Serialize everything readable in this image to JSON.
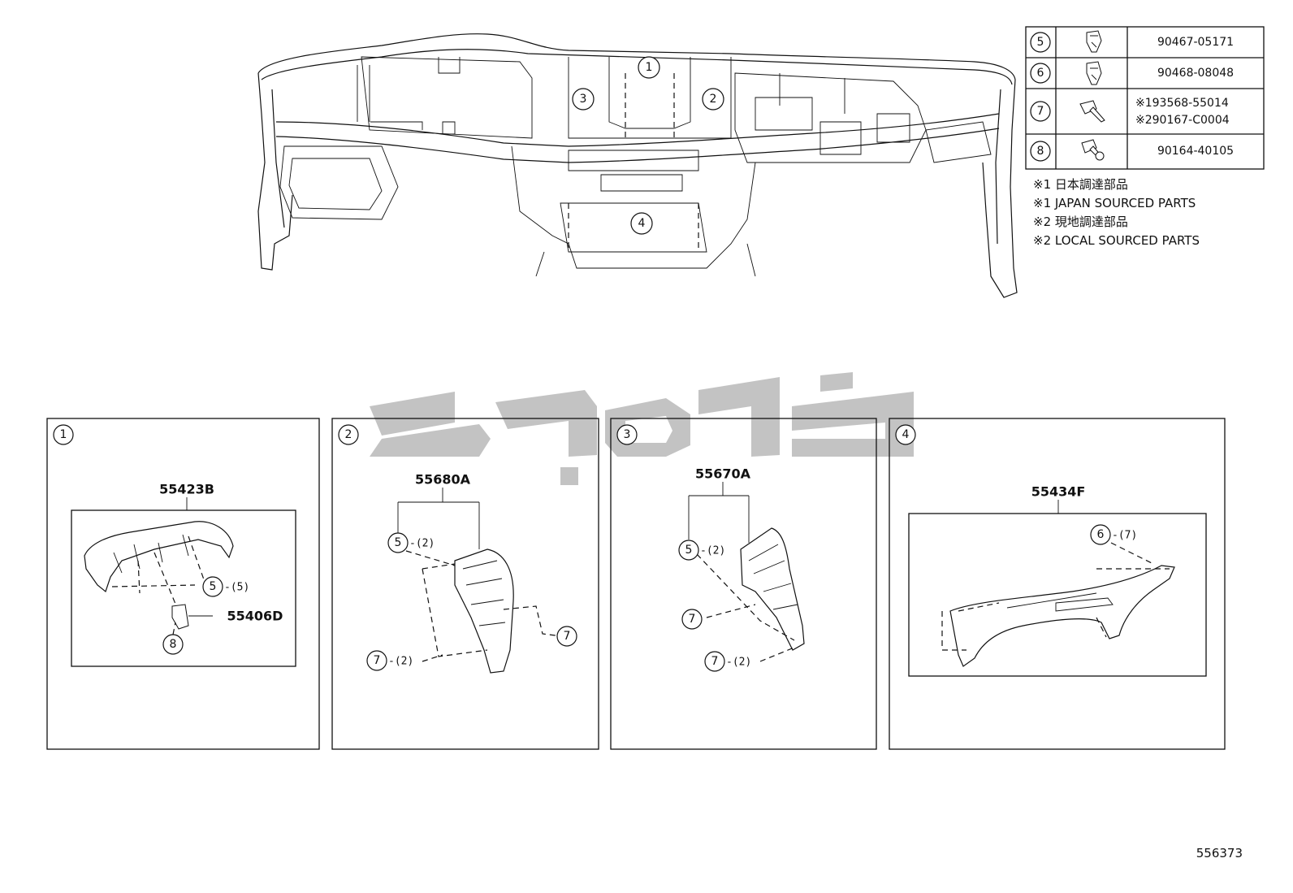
{
  "diagram_number": "556373",
  "callouts": {
    "overview": [
      "1",
      "2",
      "3",
      "4"
    ]
  },
  "fastener_table": [
    {
      "ref": "5",
      "icon": "clip-icon",
      "part": "90467-05171"
    },
    {
      "ref": "6",
      "icon": "clip-icon",
      "part": "90468-08048"
    },
    {
      "ref": "7",
      "icon": "screw-icon",
      "part_1": "※193568-55014",
      "part_2": "※290167-C0004"
    },
    {
      "ref": "8",
      "icon": "screw-washer-icon",
      "part": "90164-40105"
    }
  ],
  "notes": [
    "※1 日本調達部品",
    "※1 JAPAN SOURCED PARTS",
    "※2 現地調達部品",
    "※2 LOCAL SOURCED PARTS"
  ],
  "panels": [
    {
      "ref": "1",
      "assembly": "55423B",
      "items": [
        {
          "ref": "5",
          "qty": "-(5)"
        },
        {
          "ref": "8",
          "qty": ""
        }
      ],
      "sub_part": "55406D"
    },
    {
      "ref": "2",
      "assembly": "55680A",
      "items": [
        {
          "ref": "5",
          "qty": "-(2)"
        },
        {
          "ref": "7",
          "qty": ""
        },
        {
          "ref": "7",
          "qty": "-(2)"
        }
      ]
    },
    {
      "ref": "3",
      "assembly": "55670A",
      "items": [
        {
          "ref": "5",
          "qty": "-(2)"
        },
        {
          "ref": "7",
          "qty": ""
        },
        {
          "ref": "7",
          "qty": "-(2)"
        }
      ]
    },
    {
      "ref": "4",
      "assembly": "55434F",
      "items": [
        {
          "ref": "6",
          "qty": "-(7)"
        }
      ]
    }
  ]
}
